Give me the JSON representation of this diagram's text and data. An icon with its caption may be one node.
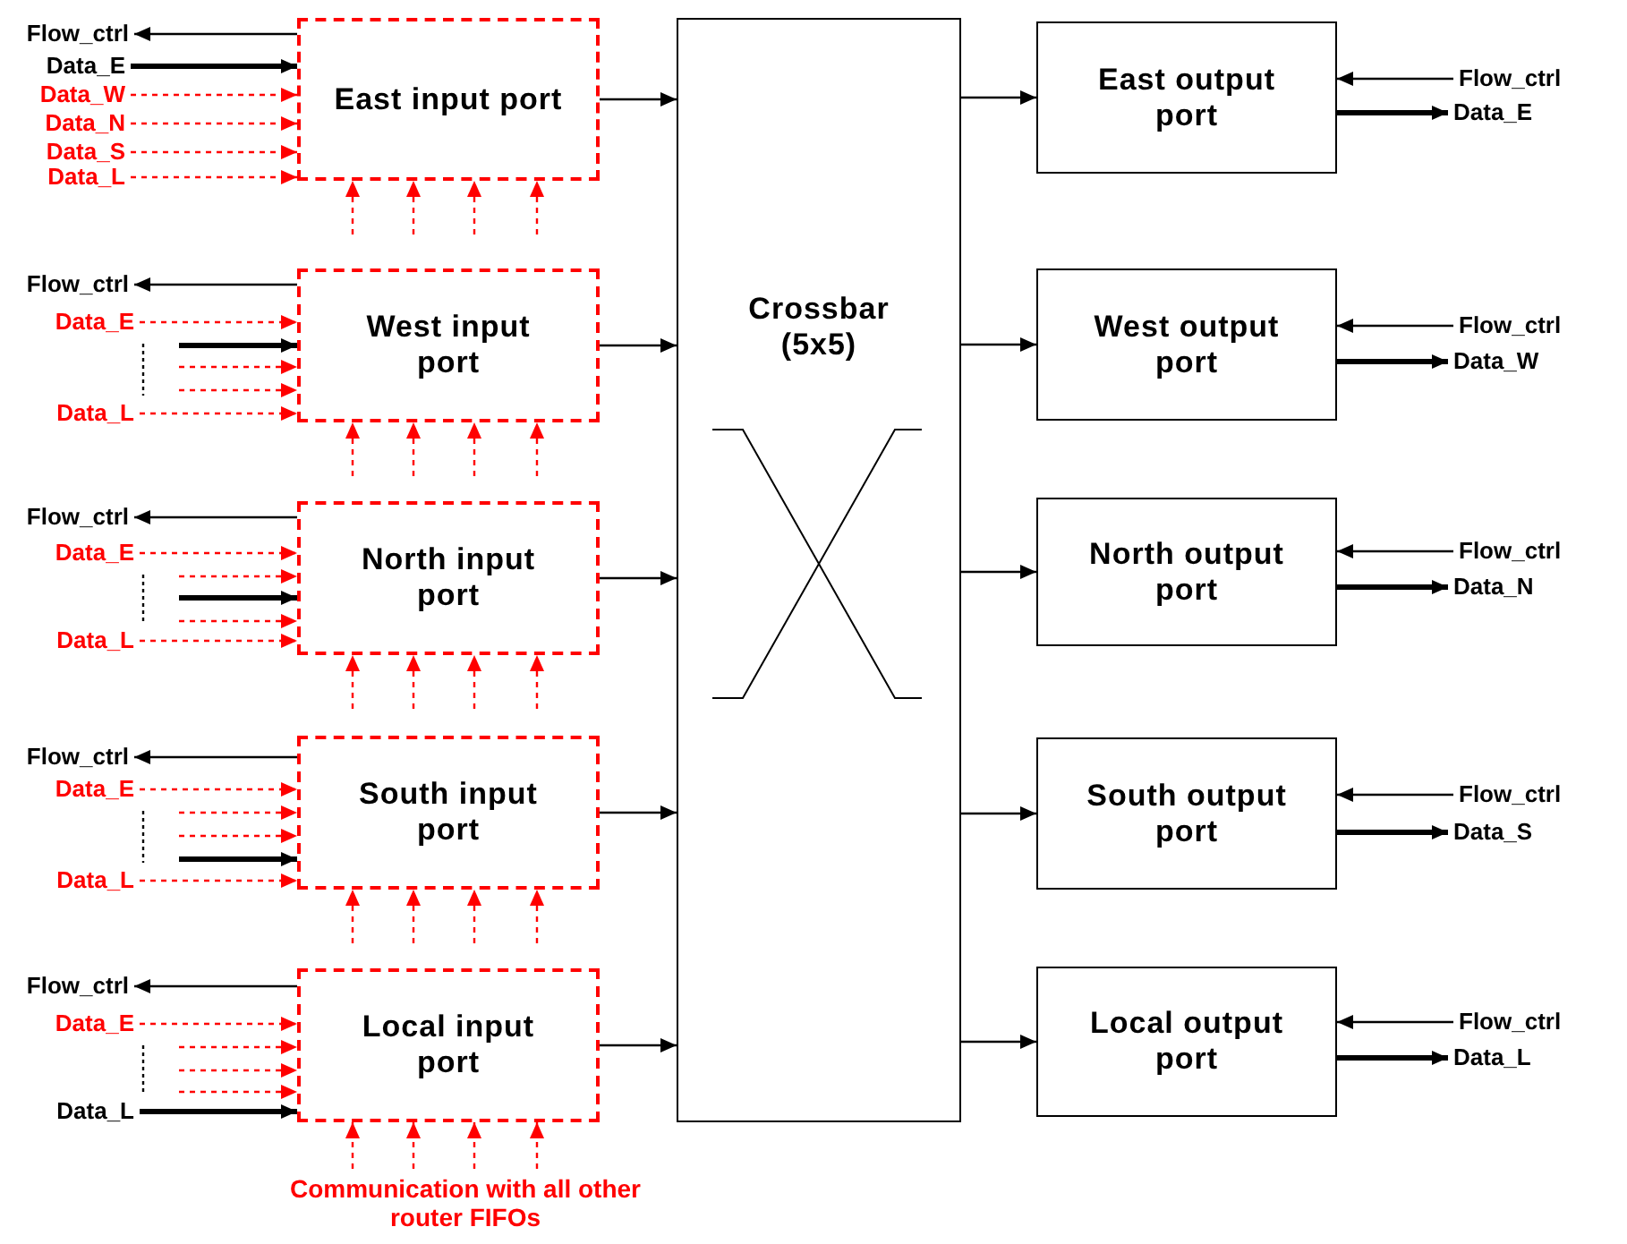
{
  "diagram": {
    "nodes": [
      {
        "text": [
          "East input port"
        ]
      },
      {
        "text": [
          "West input port"
        ]
      },
      {
        "text": [
          "North input port"
        ]
      },
      {
        "text": [
          "South input port"
        ]
      },
      {
        "text": [
          "Local input port"
        ]
      },
      {
        "text": [
          "Crossbar (5x5)"
        ]
      },
      {
        "text": [
          "East output port"
        ]
      },
      {
        "text": [
          "West output port"
        ]
      },
      {
        "text": [
          "North output port"
        ]
      },
      {
        "text": [
          "South output port"
        ]
      },
      {
        "text": [
          "Local output port"
        ]
      },
      {
        "text": [
          "Flow_ctrl"
        ]
      },
      {
        "text": [
          "Data_E"
        ]
      },
      {
        "text": [
          "Data_W"
        ]
      },
      {
        "text": [
          "Data_N"
        ]
      },
      {
        "text": [
          "Data_S"
        ]
      },
      {
        "text": [
          "Data_L"
        ]
      },
      {
        "text": [
          "Flow_ctrl"
        ]
      },
      {
        "text": [
          "Data_E"
        ]
      },
      {
        "text": [
          "Data_L"
        ]
      },
      {
        "text": [
          "Flow_ctrl"
        ]
      },
      {
        "text": [
          "Data_E"
        ]
      },
      {
        "text": [
          "Data_L"
        ]
      },
      {
        "text": [
          "Flow_ctrl"
        ]
      },
      {
        "text": [
          "Data_E"
        ]
      },
      {
        "text": [
          "Data_L"
        ]
      },
      {
        "text": [
          "Flow_ctrl"
        ]
      },
      {
        "text": [
          "Data_E"
        ]
      },
      {
        "text": [
          "Data_L"
        ]
      },
      {
        "text": [
          "Flow_ctrl"
        ]
      },
      {
        "text": [
          "Data_E"
        ]
      },
      {
        "text": [
          "Flow_ctrl"
        ]
      },
      {
        "text": [
          "Data_W"
        ]
      },
      {
        "text": [
          "Flow_ctrl"
        ]
      },
      {
        "text": [
          "Data_N"
        ]
      },
      {
        "text": [
          "Flow_ctrl"
        ]
      },
      {
        "text": [
          "Data_S"
        ]
      },
      {
        "text": [
          "Flow_ctrl"
        ]
      },
      {
        "text": [
          "Data_L"
        ]
      },
      {
        "text": [
          "Communication with all other router FIFOs"
        ]
      }
    ],
    "edges": [
      {
        "from": 0,
        "to": 11,
        "arrow": "to",
        "color": "#000000"
      },
      {
        "from": 12,
        "to": 0,
        "arrow": "to",
        "style": "thick",
        "color": "#000000"
      },
      {
        "from": 13,
        "to": 0,
        "arrow": "to",
        "style": "dashed",
        "color": "#ff0000"
      },
      {
        "from": 14,
        "to": 0,
        "arrow": "to",
        "style": "dashed",
        "color": "#ff0000"
      },
      {
        "from": 15,
        "to": 0,
        "arrow": "to",
        "style": "dashed",
        "color": "#ff0000"
      },
      {
        "from": 16,
        "to": 0,
        "arrow": "to",
        "style": "dashed",
        "color": "#ff0000"
      },
      {
        "from": null,
        "to": 0,
        "arrow": "to",
        "style": "dashed",
        "color": "#ff0000"
      },
      {
        "from": null,
        "to": 0,
        "arrow": "to",
        "style": "dashed",
        "color": "#ff0000"
      },
      {
        "from": null,
        "to": 0,
        "arrow": "to",
        "style": "dashed",
        "color": "#ff0000"
      },
      {
        "from": null,
        "to": 0,
        "arrow": "to",
        "style": "dashed",
        "color": "#ff0000"
      },
      {
        "from": 1,
        "to": 17,
        "arrow": "to",
        "color": "#000000"
      },
      {
        "from": 18,
        "to": 1,
        "arrow": "to",
        "style": "dashed",
        "color": "#ff0000"
      },
      {
        "from": null,
        "to": 1,
        "arrow": "to",
        "style": "thick",
        "color": "#000000"
      },
      {
        "from": null,
        "to": 1,
        "arrow": "to",
        "style": "dashed",
        "color": "#ff0000"
      },
      {
        "from": null,
        "to": 1,
        "arrow": "to",
        "style": "dashed",
        "color": "#ff0000"
      },
      {
        "from": 19,
        "to": 1,
        "arrow": "to",
        "style": "dashed",
        "color": "#ff0000"
      },
      {
        "from": null,
        "to": 1,
        "arrow": "to",
        "style": "dashed",
        "color": "#ff0000"
      },
      {
        "from": null,
        "to": 1,
        "arrow": "to",
        "style": "dashed",
        "color": "#ff0000"
      },
      {
        "from": null,
        "to": 1,
        "arrow": "to",
        "style": "dashed",
        "color": "#ff0000"
      },
      {
        "from": null,
        "to": 1,
        "arrow": "to",
        "style": "dashed",
        "color": "#ff0000"
      },
      {
        "from": 2,
        "to": 20,
        "arrow": "to",
        "color": "#000000"
      },
      {
        "from": 21,
        "to": 2,
        "arrow": "to",
        "style": "dashed",
        "color": "#ff0000"
      },
      {
        "from": null,
        "to": 2,
        "arrow": "to",
        "style": "dashed",
        "color": "#ff0000"
      },
      {
        "from": null,
        "to": 2,
        "arrow": "to",
        "style": "thick",
        "color": "#000000"
      },
      {
        "from": null,
        "to": 2,
        "arrow": "to",
        "style": "dashed",
        "color": "#ff0000"
      },
      {
        "from": 22,
        "to": 2,
        "arrow": "to",
        "style": "dashed",
        "color": "#ff0000"
      },
      {
        "from": null,
        "to": 2,
        "arrow": "to",
        "style": "dashed",
        "color": "#ff0000"
      },
      {
        "from": null,
        "to": 2,
        "arrow": "to",
        "style": "dashed",
        "color": "#ff0000"
      },
      {
        "from": null,
        "to": 2,
        "arrow": "to",
        "style": "dashed",
        "color": "#ff0000"
      },
      {
        "from": null,
        "to": 2,
        "arrow": "to",
        "style": "dashed",
        "color": "#ff0000"
      },
      {
        "from": 3,
        "to": 23,
        "arrow": "to",
        "color": "#000000"
      },
      {
        "from": 24,
        "to": 3,
        "arrow": "to",
        "style": "dashed",
        "color": "#ff0000"
      },
      {
        "from": null,
        "to": 3,
        "arrow": "to",
        "style": "dashed",
        "color": "#ff0000"
      },
      {
        "from": null,
        "to": 3,
        "arrow": "to",
        "style": "dashed",
        "color": "#ff0000"
      },
      {
        "from": null,
        "to": 3,
        "arrow": "to",
        "style": "thick",
        "color": "#000000"
      },
      {
        "from": 25,
        "to": 3,
        "arrow": "to",
        "style": "dashed",
        "color": "#ff0000"
      },
      {
        "from": null,
        "to": 3,
        "arrow": "to",
        "style": "dashed",
        "color": "#ff0000"
      },
      {
        "from": null,
        "to": 3,
        "arrow": "to",
        "style": "dashed",
        "color": "#ff0000"
      },
      {
        "from": null,
        "to": 3,
        "arrow": "to",
        "style": "dashed",
        "color": "#ff0000"
      },
      {
        "from": null,
        "to": 3,
        "arrow": "to",
        "style": "dashed",
        "color": "#ff0000"
      },
      {
        "from": 4,
        "to": 26,
        "arrow": "to",
        "color": "#000000"
      },
      {
        "from": 27,
        "to": 4,
        "arrow": "to",
        "style": "dashed",
        "color": "#ff0000"
      },
      {
        "from": null,
        "to": 4,
        "arrow": "to",
        "style": "dashed",
        "color": "#ff0000"
      },
      {
        "from": null,
        "to": 4,
        "arrow": "to",
        "style": "dashed",
        "color": "#ff0000"
      },
      {
        "from": null,
        "to": 4,
        "arrow": "to",
        "style": "dashed",
        "color": "#ff0000"
      },
      {
        "from": 28,
        "to": 4,
        "arrow": "to",
        "style": "thick",
        "color": "#000000"
      },
      {
        "from": 39,
        "to": 4,
        "arrow": "to",
        "style": "dashed",
        "color": "#ff0000"
      },
      {
        "from": 39,
        "to": 4,
        "arrow": "to",
        "style": "dashed",
        "color": "#ff0000"
      },
      {
        "from": 39,
        "to": 4,
        "arrow": "to",
        "style": "dashed",
        "color": "#ff0000"
      },
      {
        "from": 39,
        "to": 4,
        "arrow": "to",
        "style": "dashed",
        "color": "#ff0000"
      },
      {
        "from": 0,
        "to": 5,
        "arrow": "to",
        "color": "#000000"
      },
      {
        "from": 1,
        "to": 5,
        "arrow": "to",
        "color": "#000000"
      },
      {
        "from": 2,
        "to": 5,
        "arrow": "to",
        "color": "#000000"
      },
      {
        "from": 3,
        "to": 5,
        "arrow": "to",
        "color": "#000000"
      },
      {
        "from": 4,
        "to": 5,
        "arrow": "to",
        "color": "#000000"
      },
      {
        "from": 5,
        "to": 6,
        "arrow": "to",
        "color": "#000000"
      },
      {
        "from": 5,
        "to": 7,
        "arrow": "to",
        "color": "#000000"
      },
      {
        "from": 5,
        "to": 8,
        "arrow": "to",
        "color": "#000000"
      },
      {
        "from": 5,
        "to": 9,
        "arrow": "to",
        "color": "#000000"
      },
      {
        "from": 5,
        "to": 10,
        "arrow": "to",
        "color": "#000000"
      },
      {
        "from": 29,
        "to": 6,
        "arrow": "to",
        "color": "#000000"
      },
      {
        "from": 6,
        "to": 30,
        "arrow": "to",
        "style": "thick",
        "color": "#000000"
      },
      {
        "from": 31,
        "to": 7,
        "arrow": "to",
        "color": "#000000"
      },
      {
        "from": 7,
        "to": 32,
        "arrow": "to",
        "style": "thick",
        "color": "#000000"
      },
      {
        "from": 33,
        "to": 8,
        "arrow": "to",
        "color": "#000000"
      },
      {
        "from": 8,
        "to": 34,
        "arrow": "to",
        "style": "thick",
        "color": "#000000"
      },
      {
        "from": 35,
        "to": 9,
        "arrow": "to",
        "color": "#000000"
      },
      {
        "from": 9,
        "to": 36,
        "arrow": "to",
        "style": "thick",
        "color": "#000000"
      },
      {
        "from": 37,
        "to": 10,
        "arrow": "to",
        "color": "#000000"
      },
      {
        "from": 10,
        "to": 38,
        "arrow": "to",
        "style": "thick",
        "color": "#000000"
      }
    ]
  }
}
